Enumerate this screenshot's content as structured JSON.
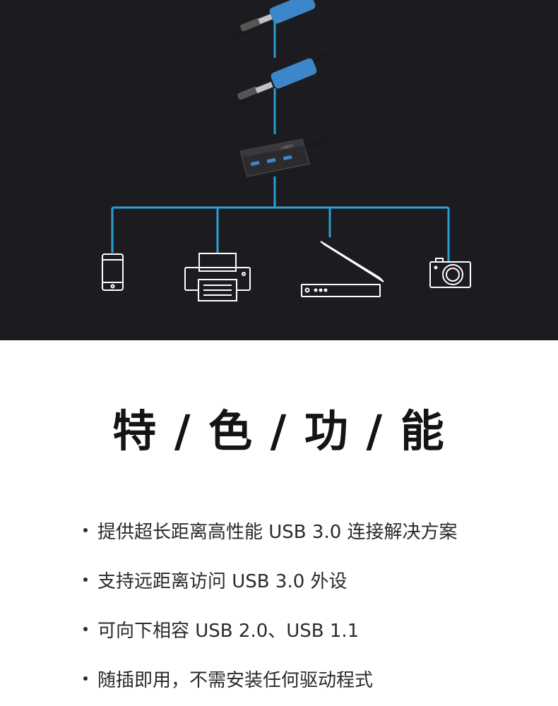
{
  "diagram": {
    "hub_brand": "LINDY",
    "devices": [
      {
        "name": "smartphone",
        "icon": "smartphone-icon"
      },
      {
        "name": "printer",
        "icon": "printer-icon"
      },
      {
        "name": "scanner",
        "icon": "scanner-icon"
      },
      {
        "name": "camera",
        "icon": "camera-icon"
      }
    ],
    "colors": {
      "background": "#1c1b1f",
      "connector_line": "#2a9fd6",
      "cable_connector": "#3d86c9",
      "device_outline": "#ffffff"
    }
  },
  "features": {
    "heading": "特 / 色 / 功 / 能",
    "items": [
      "提供超长距离高性能 USB 3.0 连接解决方案",
      "支持远距离访问 USB 3.0 外设",
      "可向下相容 USB 2.0、USB 1.1",
      "随插即用，不需安装任何驱动程式"
    ]
  }
}
